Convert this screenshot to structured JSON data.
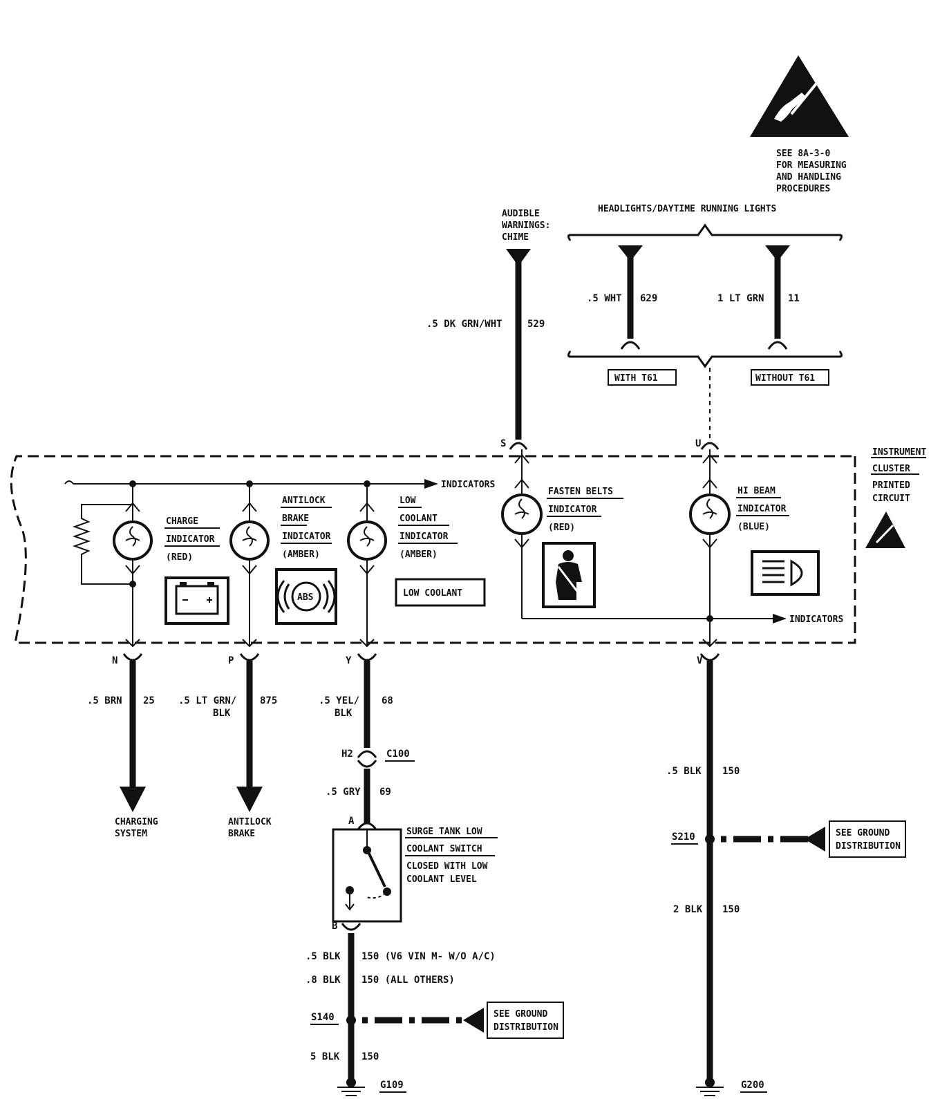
{
  "esd_note": [
    "SEE 8A-3-0",
    "FOR MEASURING",
    "AND HANDLING",
    "PROCEDURES"
  ],
  "audible": [
    "AUDIBLE",
    "WARNINGS:",
    "CHIME"
  ],
  "headlights_title": "HEADLIGHTS/DAYTIME RUNNING LIGHTS",
  "wires": {
    "chime": {
      "gauge": ".5 DK GRN/WHT",
      "circuit": "529"
    },
    "with_t61": {
      "gauge": ".5 WHT",
      "circuit": "629"
    },
    "without_t61": {
      "gauge": "1 LT GRN",
      "circuit": "11"
    },
    "charge": {
      "gauge": ".5 BRN",
      "circuit": "25"
    },
    "abs_a": ".5 LT GRN/",
    "abs_b": "BLK",
    "abs_circuit": "875",
    "cool_a": ".5 YEL/",
    "cool_b": "BLK",
    "cool_circuit": "68",
    "gry": {
      "gauge": ".5 GRY",
      "circuit": "69"
    },
    "v6": {
      "gauge": ".5 BLK",
      "circuit": "150 (V6 VIN M- W/O A/C)"
    },
    "others": {
      "gauge": ".8 BLK",
      "circuit": "150 (ALL OTHERS)"
    },
    "g109": {
      "gauge": "5 BLK",
      "circuit": "150"
    },
    "hb1": {
      "gauge": ".5 BLK",
      "circuit": "150"
    },
    "hb2": {
      "gauge": "2 BLK",
      "circuit": "150"
    }
  },
  "options": {
    "with": "WITH T61",
    "without": "WITHOUT T61"
  },
  "pins": {
    "s": "S",
    "u": "U",
    "n": "N",
    "p": "P",
    "y": "Y",
    "v": "V",
    "h2": "H2",
    "a": "A",
    "b": "B"
  },
  "connectors": {
    "c100": "C100",
    "s140": "S140",
    "s210": "S210",
    "g109": "G109",
    "g200": "G200"
  },
  "cluster_label": [
    "INSTRUMENT",
    "CLUSTER",
    "PRINTED",
    "CIRCUIT"
  ],
  "indicators_label": "INDICATORS",
  "charge_ind": [
    "CHARGE",
    "INDICATOR",
    "(RED)"
  ],
  "abs_ind": [
    "ANTILOCK",
    "BRAKE",
    "INDICATOR",
    "(AMBER)"
  ],
  "cool_ind": [
    "LOW",
    "COOLANT",
    "INDICATOR",
    "(AMBER)"
  ],
  "belt_ind": [
    "FASTEN BELTS",
    "INDICATOR",
    "(RED)"
  ],
  "hibeam_ind": [
    "HI BEAM",
    "INDICATOR",
    "(BLUE)"
  ],
  "abs_icon": "ABS",
  "low_coolant_box": "LOW COOLANT",
  "charging_system": [
    "CHARGING",
    "SYSTEM"
  ],
  "antilock_brake": [
    "ANTILOCK",
    "BRAKE"
  ],
  "switch": [
    "SURGE TANK LOW",
    "COOLANT SWITCH",
    "CLOSED WITH LOW",
    "COOLANT LEVEL"
  ],
  "see_ground": [
    "SEE GROUND",
    "DISTRIBUTION"
  ]
}
